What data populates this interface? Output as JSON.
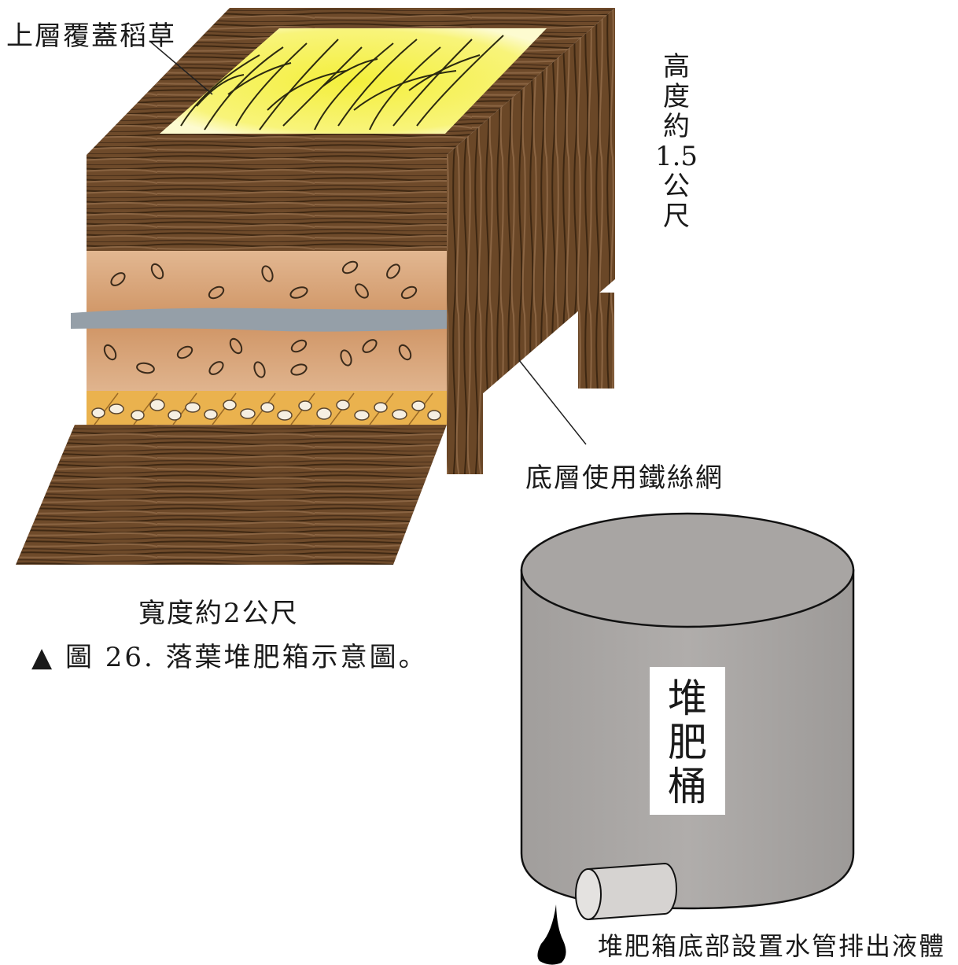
{
  "labels": {
    "straw_top": "上層覆蓋稻草",
    "height": [
      "高",
      "度",
      "約",
      "1.5",
      "公",
      "尺"
    ],
    "wire_mesh": "底層使用鐵絲網",
    "width": "寬度約2公尺",
    "drain": "堆肥箱底部設置水管排出液體"
  },
  "caption": "▲ 圖 26. 落葉堆肥箱示意圖。",
  "bucket": {
    "label": [
      "堆",
      "肥",
      "桶"
    ]
  },
  "colors": {
    "wood": "#6b4a2b",
    "wood_dark": "#3d2814",
    "straw": "#f6f25a",
    "soil": "#d9a77a",
    "gray_layer": "#9aa3ad",
    "gravel": "#e8b25a",
    "bucket": "#a9a6a4"
  }
}
